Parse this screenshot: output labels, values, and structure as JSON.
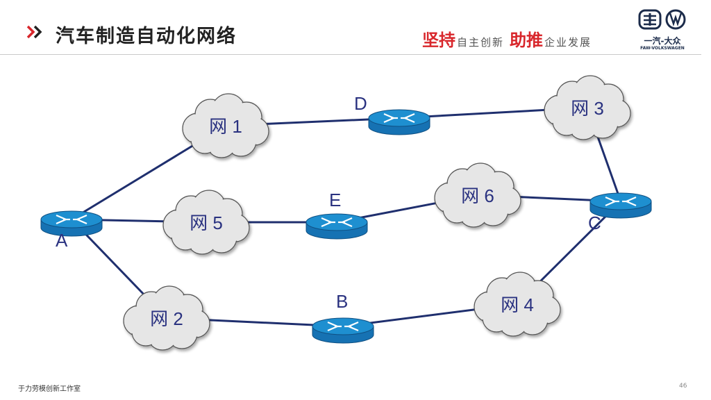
{
  "header": {
    "title": "汽车制造自动化网络",
    "slogan": {
      "part1_big": "坚持",
      "part1_small": "自主创新",
      "part2_big": "助推",
      "part2_small": "企业发展"
    },
    "logo": {
      "brand_cn": "一汽-大众",
      "brand_en": "FAW-VOLKSWAGEN"
    }
  },
  "diagram": {
    "routers": [
      {
        "id": "A",
        "label": "A"
      },
      {
        "id": "B",
        "label": "B"
      },
      {
        "id": "C",
        "label": "C"
      },
      {
        "id": "D",
        "label": "D"
      },
      {
        "id": "E",
        "label": "E"
      }
    ],
    "networks": [
      {
        "id": "net1",
        "label": "网 1"
      },
      {
        "id": "net2",
        "label": "网 2"
      },
      {
        "id": "net3",
        "label": "网 3"
      },
      {
        "id": "net4",
        "label": "网 4"
      },
      {
        "id": "net5",
        "label": "网 5"
      },
      {
        "id": "net6",
        "label": "网 6"
      }
    ],
    "links": [
      [
        "A",
        "net1"
      ],
      [
        "A",
        "net5"
      ],
      [
        "A",
        "net2"
      ],
      [
        "net1",
        "D"
      ],
      [
        "D",
        "net3"
      ],
      [
        "net3",
        "C"
      ],
      [
        "net5",
        "E"
      ],
      [
        "E",
        "net6"
      ],
      [
        "net6",
        "C"
      ],
      [
        "net2",
        "B"
      ],
      [
        "B",
        "net4"
      ],
      [
        "net4",
        "C"
      ]
    ],
    "colors": {
      "link": "#1f2f6e",
      "router_top": "#1e8fd0",
      "router_side": "#1672b3",
      "cloud": "#e6e6e6",
      "label": "#2a3280"
    }
  },
  "footer": {
    "left": "于力劳模创新工作室",
    "page": "46"
  }
}
